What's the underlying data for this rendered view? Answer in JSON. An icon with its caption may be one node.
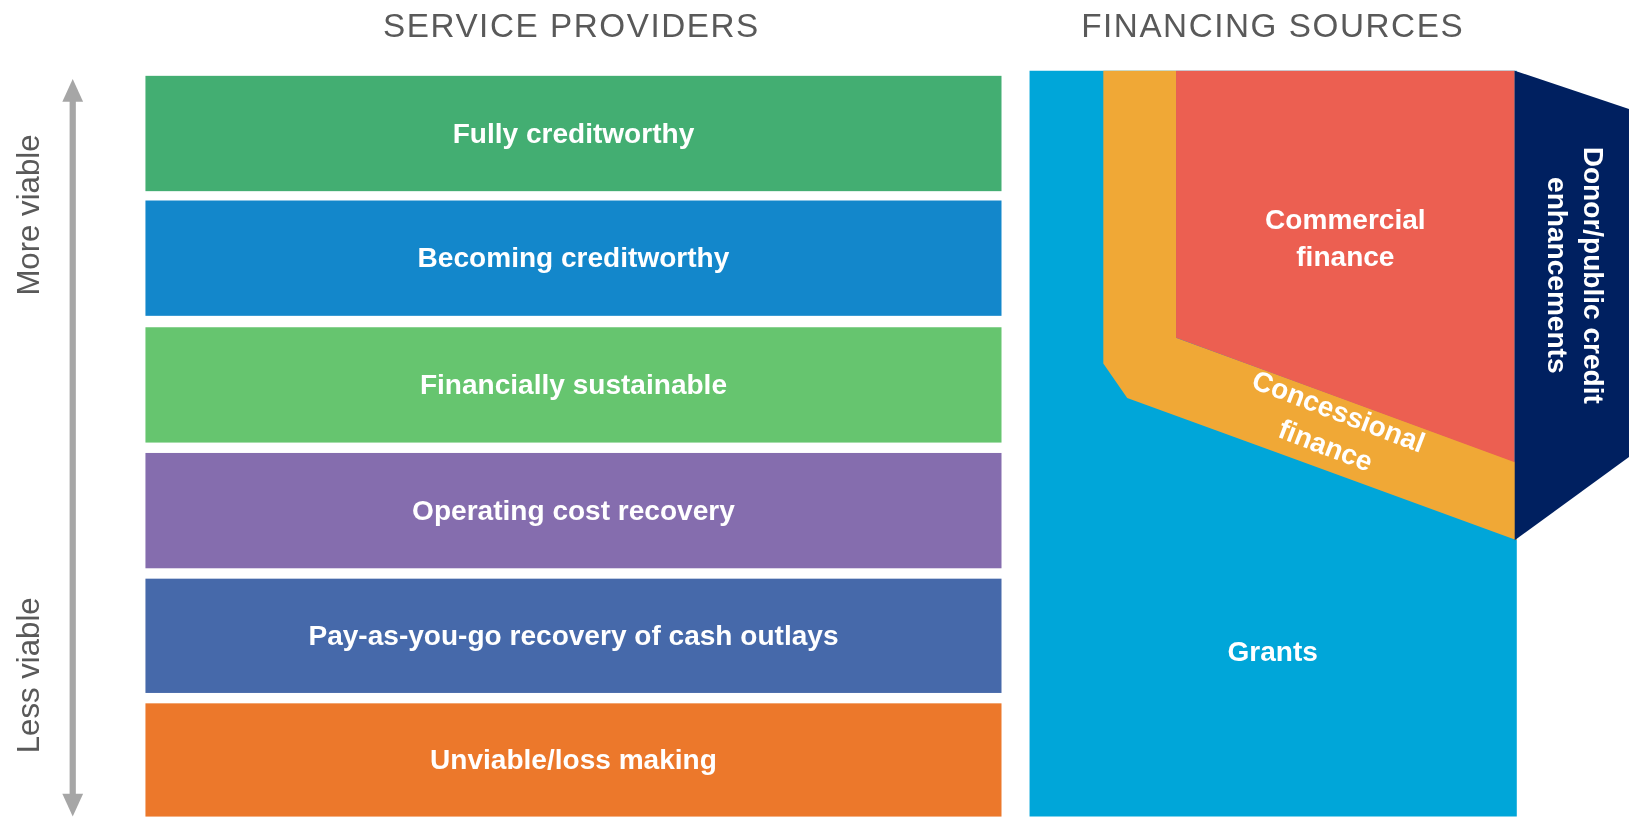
{
  "diagram": {
    "nodes": [
      {
        "text": [
          "Fully creditworthy"
        ]
      },
      {
        "text": [
          "Becoming creditworthy"
        ]
      },
      {
        "text": [
          "Financially sustainable"
        ]
      },
      {
        "text": [
          "Operating cost recovery"
        ]
      },
      {
        "text": [
          "Pay-as-you-go recovery of cash outlays"
        ]
      },
      {
        "text": [
          "Unviable/loss making"
        ]
      },
      {
        "text": [
          "Grants"
        ]
      },
      {
        "text": [
          "Concessional finance"
        ],
        "in": 6
      },
      {
        "text": [
          "Commercial finance"
        ],
        "in": 6
      },
      {
        "text": [
          "Donor/public credit enhancements"
        ]
      }
    ],
    "labels": [
      "SERVICE PROVIDERS",
      "FINANCING SOURCES",
      "More viable",
      "Less viable"
    ]
  }
}
